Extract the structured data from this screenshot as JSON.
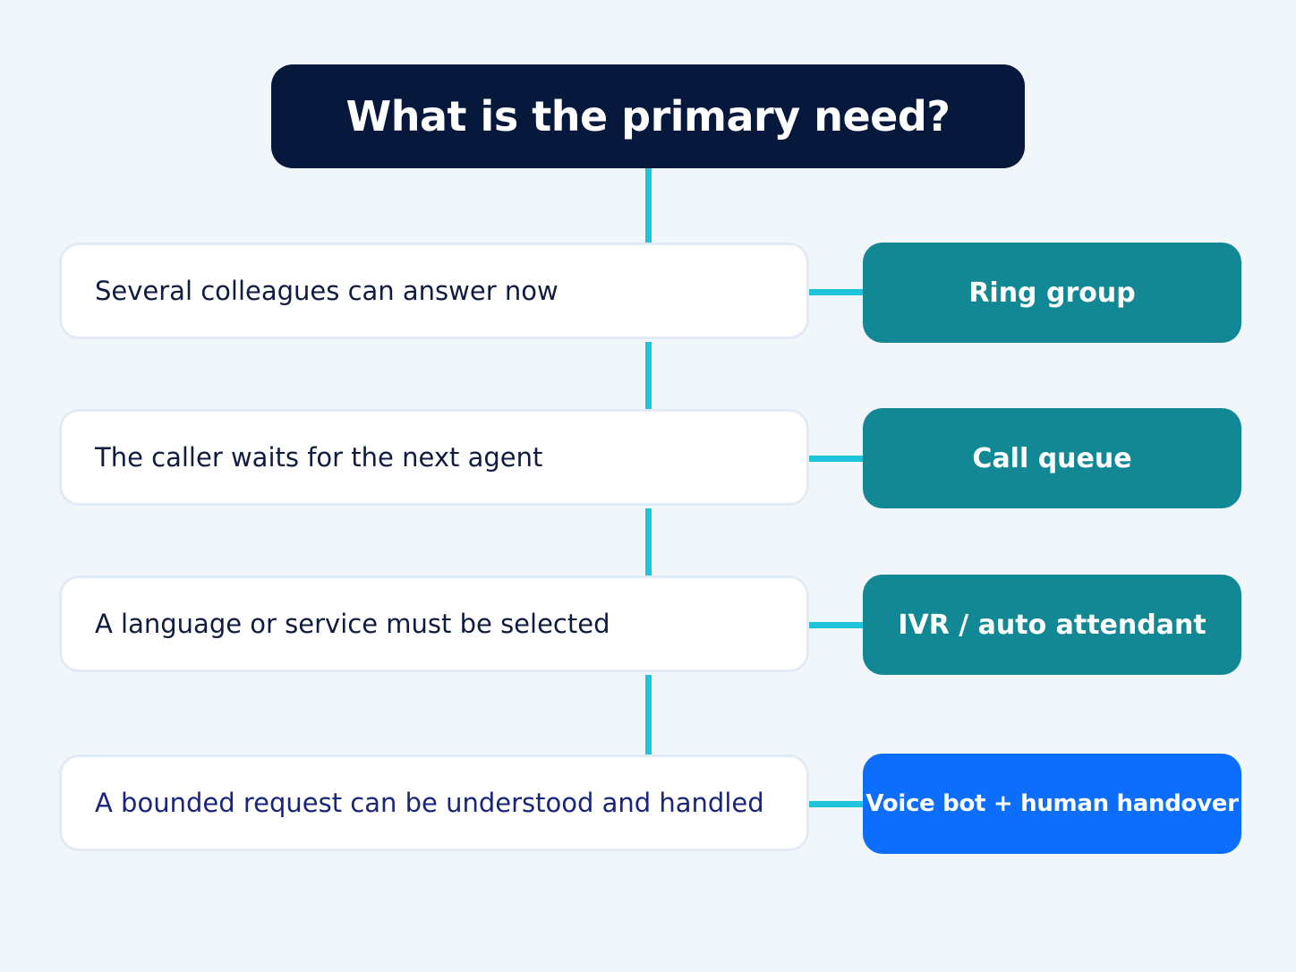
{
  "diagram": {
    "question": "What is the primary need?",
    "rows": [
      {
        "condition": "Several colleagues can answer now",
        "result": "Ring group"
      },
      {
        "condition": "The caller waits for the next agent",
        "result": "Call queue"
      },
      {
        "condition": "A language or service must be selected",
        "result": "IVR / auto attendant"
      },
      {
        "condition": "A bounded request can be understood and handled",
        "result": "Voice bot + human handover"
      }
    ]
  },
  "colors": {
    "background": "#f1f6fb",
    "title_box": "#06183c",
    "connector": "#1ec3dc",
    "result_box": "#138895",
    "result_box_highlight": "#0d6efd",
    "condition_text": "#101c3f"
  }
}
